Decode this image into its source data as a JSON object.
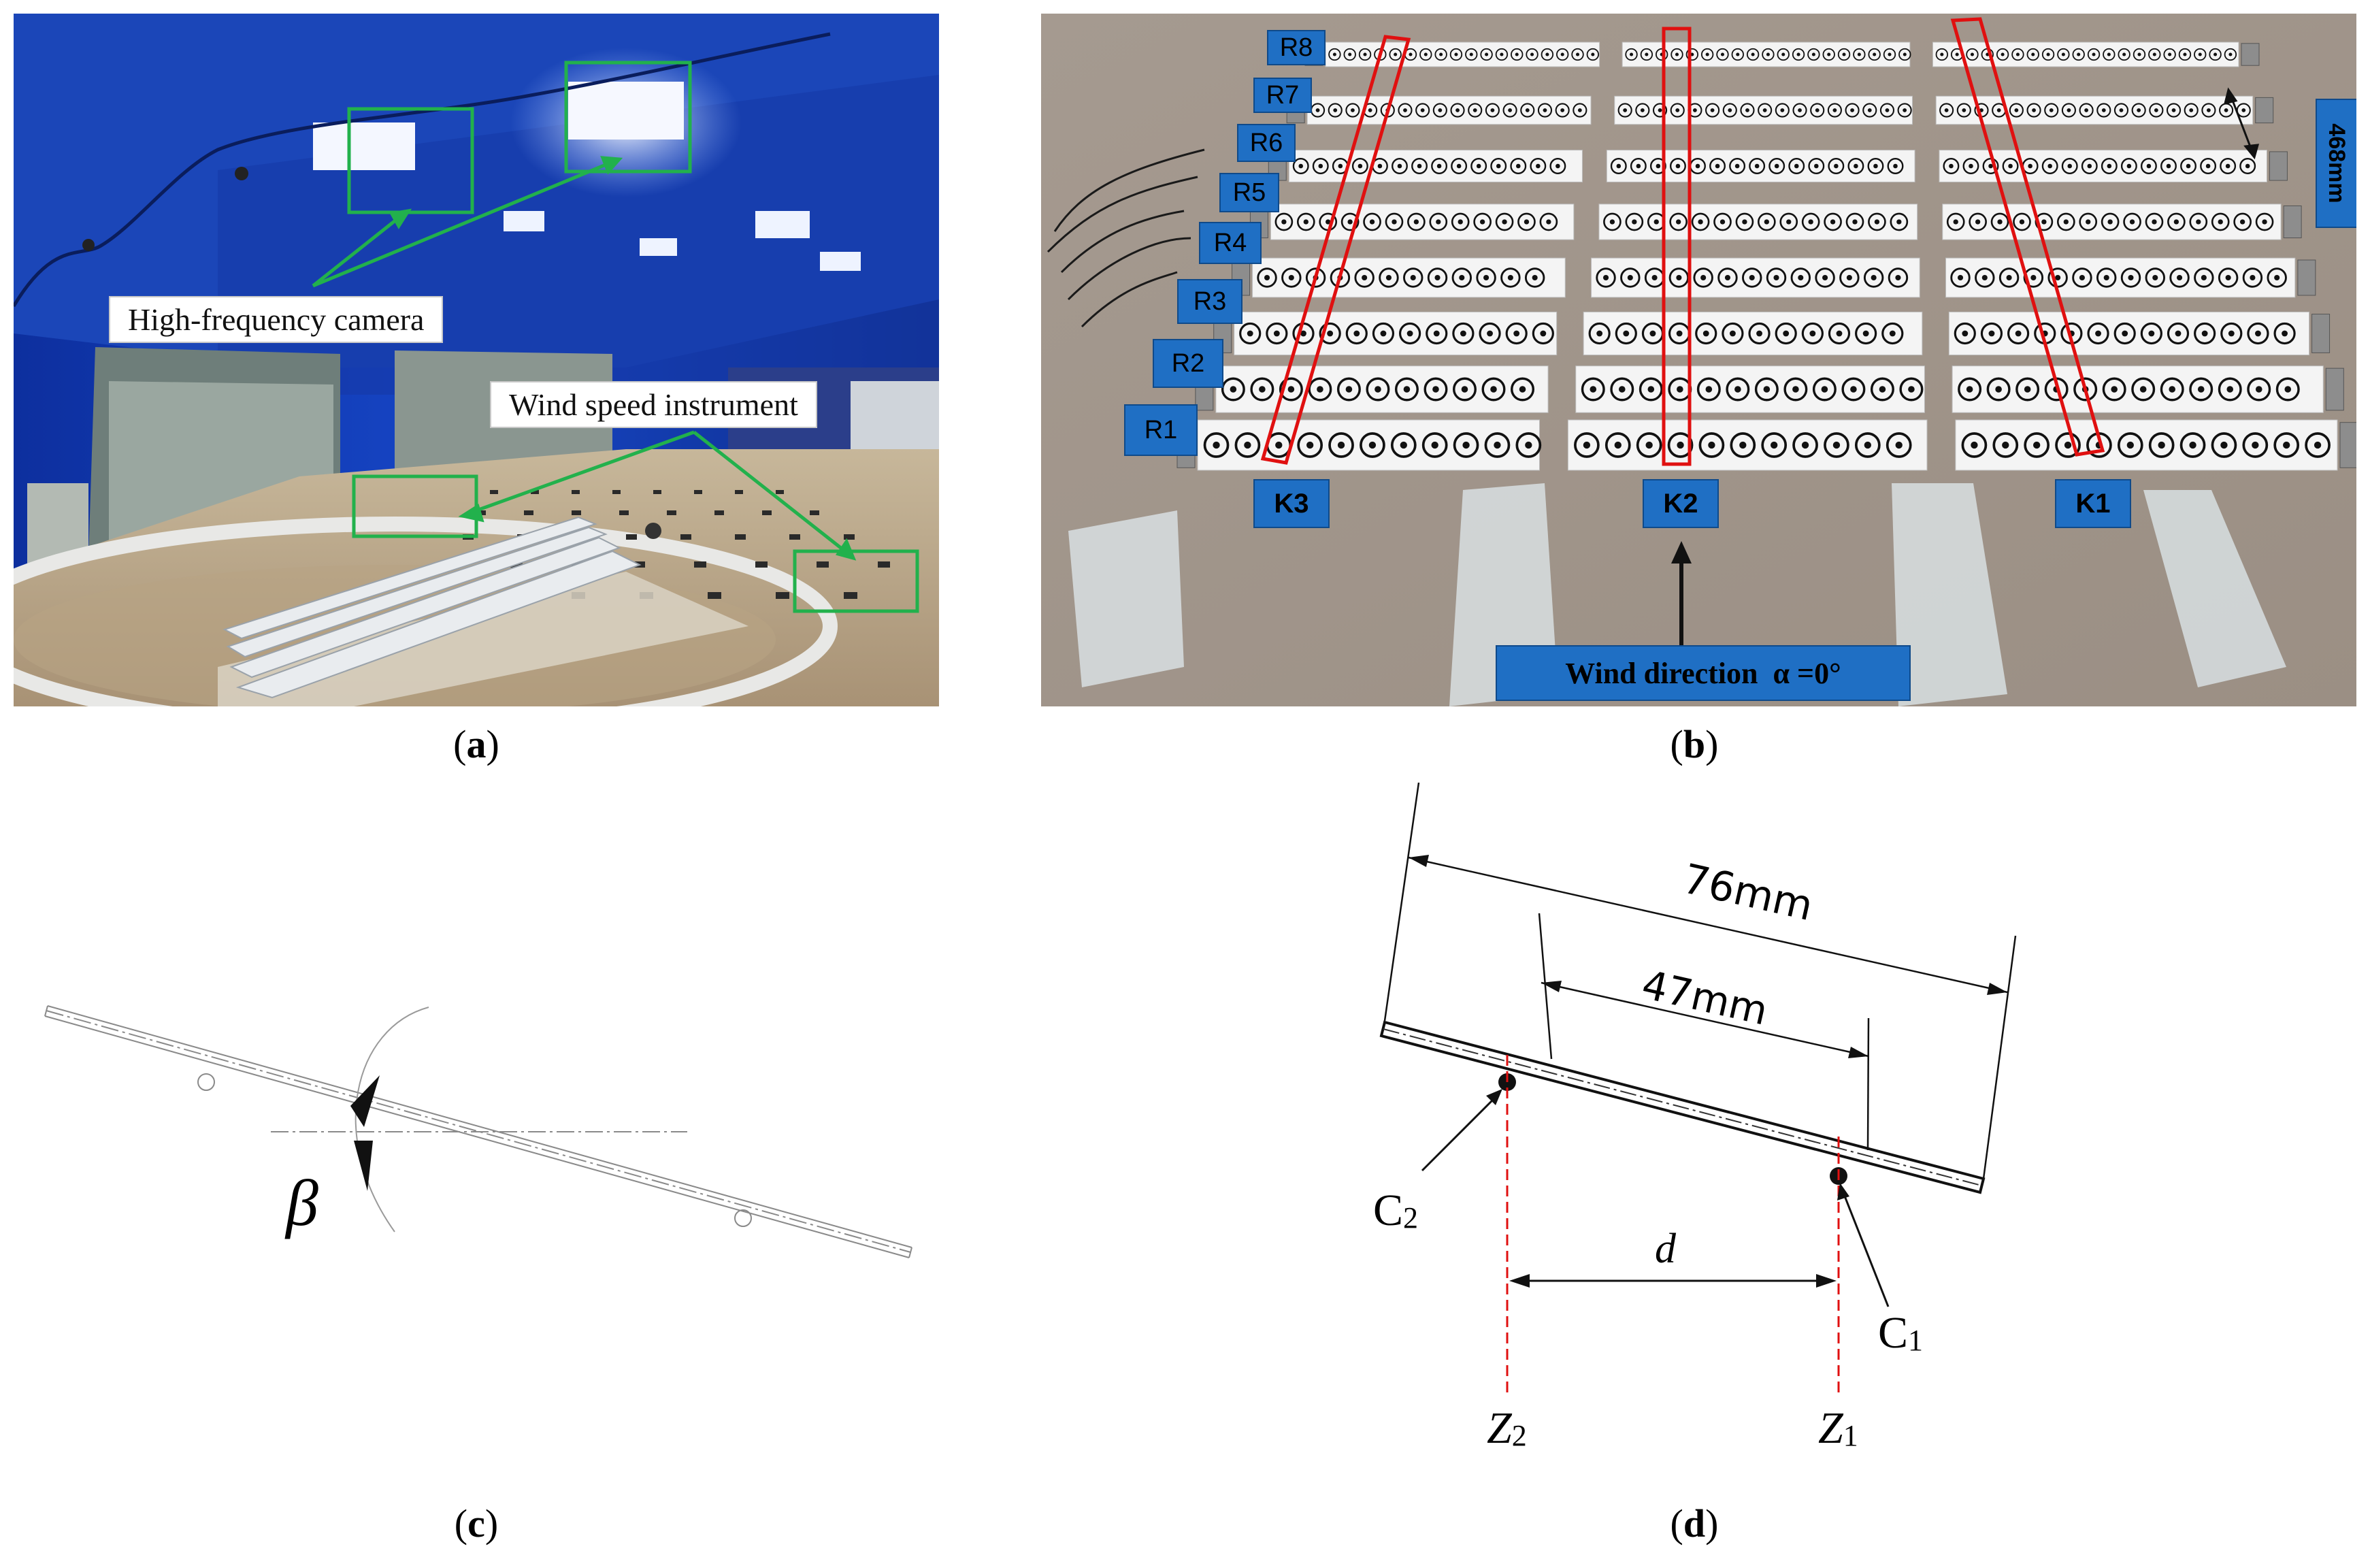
{
  "panels": {
    "a": {
      "caption_letter": "a",
      "labels": {
        "camera": "High-frequency camera",
        "wind_instrument": "Wind speed instrument"
      }
    },
    "b": {
      "caption_letter": "b",
      "rows": [
        "R1",
        "R2",
        "R3",
        "R4",
        "R5",
        "R6",
        "R7",
        "R8"
      ],
      "columns": [
        "K1",
        "K2",
        "K3"
      ],
      "spacing_label": "468mm",
      "wind_label": "Wind direction  α =0°"
    },
    "c": {
      "caption_letter": "c",
      "angle_symbol": "β"
    },
    "d": {
      "caption_letter": "d",
      "width_total": "76mm",
      "width_inner": "47mm",
      "distance_symbol": "d",
      "point_c2": "C",
      "point_c2_sub": "2",
      "point_c1": "C",
      "point_c1_sub": "1",
      "line_z2": "Z",
      "line_z2_sub": "2",
      "line_z1": "Z",
      "line_z1_sub": "1"
    }
  },
  "colors": {
    "highlight_green": "#22b14c",
    "highlight_red": "#e01010",
    "tag_blue": "#1f6fc4",
    "tunnel_blue": "#1a3fa8"
  }
}
